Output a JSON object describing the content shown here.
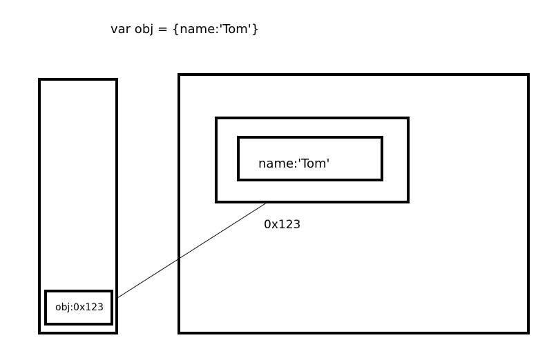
{
  "code": {
    "declaration": "var obj = {name:'Tom'}"
  },
  "stack": {
    "variable_label": "obj:0x123"
  },
  "heap": {
    "object_property": "name:'Tom'",
    "object_address": "0x123"
  },
  "colors": {
    "stroke": "#000000",
    "background": "#ffffff"
  }
}
